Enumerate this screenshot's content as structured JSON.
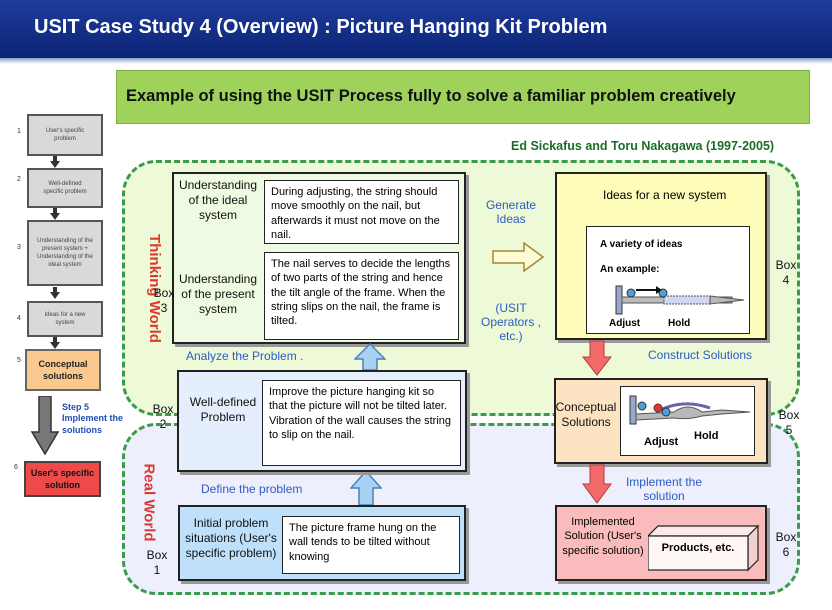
{
  "header": {
    "title": "USIT Case Study 4 (Overview) : Picture Hanging Kit Problem"
  },
  "banner": {
    "text": "Example of using the USIT Process fully to solve a familiar problem creatively"
  },
  "authors": "Ed Sickafus and Toru Nakagawa (1997-2005)",
  "worlds": {
    "thinking": "Thinking World",
    "real": "Real World"
  },
  "flow": {
    "steps": [
      {
        "num": "1",
        "label": "User's specific problem"
      },
      {
        "num": "2",
        "label": "Well-defined specific problem"
      },
      {
        "num": "3",
        "label": "Understanding of the present system + Understanding of the ideal system"
      },
      {
        "num": "4",
        "label": "Ideas for a new system"
      },
      {
        "num": "5",
        "label": "Conceptual solutions"
      },
      {
        "num": "6",
        "label": "User's specific solution"
      }
    ],
    "step5_note": "Step 5 Implement the solutions"
  },
  "box3": {
    "box_label": "Box 3",
    "ideal_label": "Understanding of the ideal system",
    "ideal_text": "During adjusting, the string should move smoothly on the nail, but afterwards it must not move on the nail.",
    "present_label": "Understanding of the present system",
    "present_text": "The nail serves to decide the lengths of two parts of the string and hence the tilt angle of the frame. When the string slips on the nail, the frame is tilted.",
    "caption": "Analyze the Problem ."
  },
  "box2": {
    "box_label": "Box 2",
    "label": "Well-defined Problem",
    "text": "Improve the picture hanging kit so that the picture will not be tilted later. Vibration of the wall causes the string to slip on the nail.",
    "caption": "Define the problem"
  },
  "box1": {
    "box_label": "Box 1",
    "label": "Initial problem situations (User's specific problem)",
    "text": "The picture frame hung on the wall tends to be tilted without knowing"
  },
  "middle": {
    "generate": "Generate Ideas",
    "operators": "(USIT Operators , etc.)"
  },
  "box4": {
    "box_label": "Box 4",
    "title": "Ideas for a new system",
    "variety": "A variety of ideas",
    "example": "An example:",
    "adjust": "Adjust",
    "hold": "Hold",
    "caption": "Construct Solutions"
  },
  "box5": {
    "box_label": "Box 5",
    "label": "Conceptual Solutions",
    "adjust": "Adjust",
    "hold": "Hold",
    "caption": "Implement the solution"
  },
  "box6": {
    "box_label": "Box 6",
    "label": "Implemented Solution (User's specific solution)",
    "products": "Products, etc."
  }
}
